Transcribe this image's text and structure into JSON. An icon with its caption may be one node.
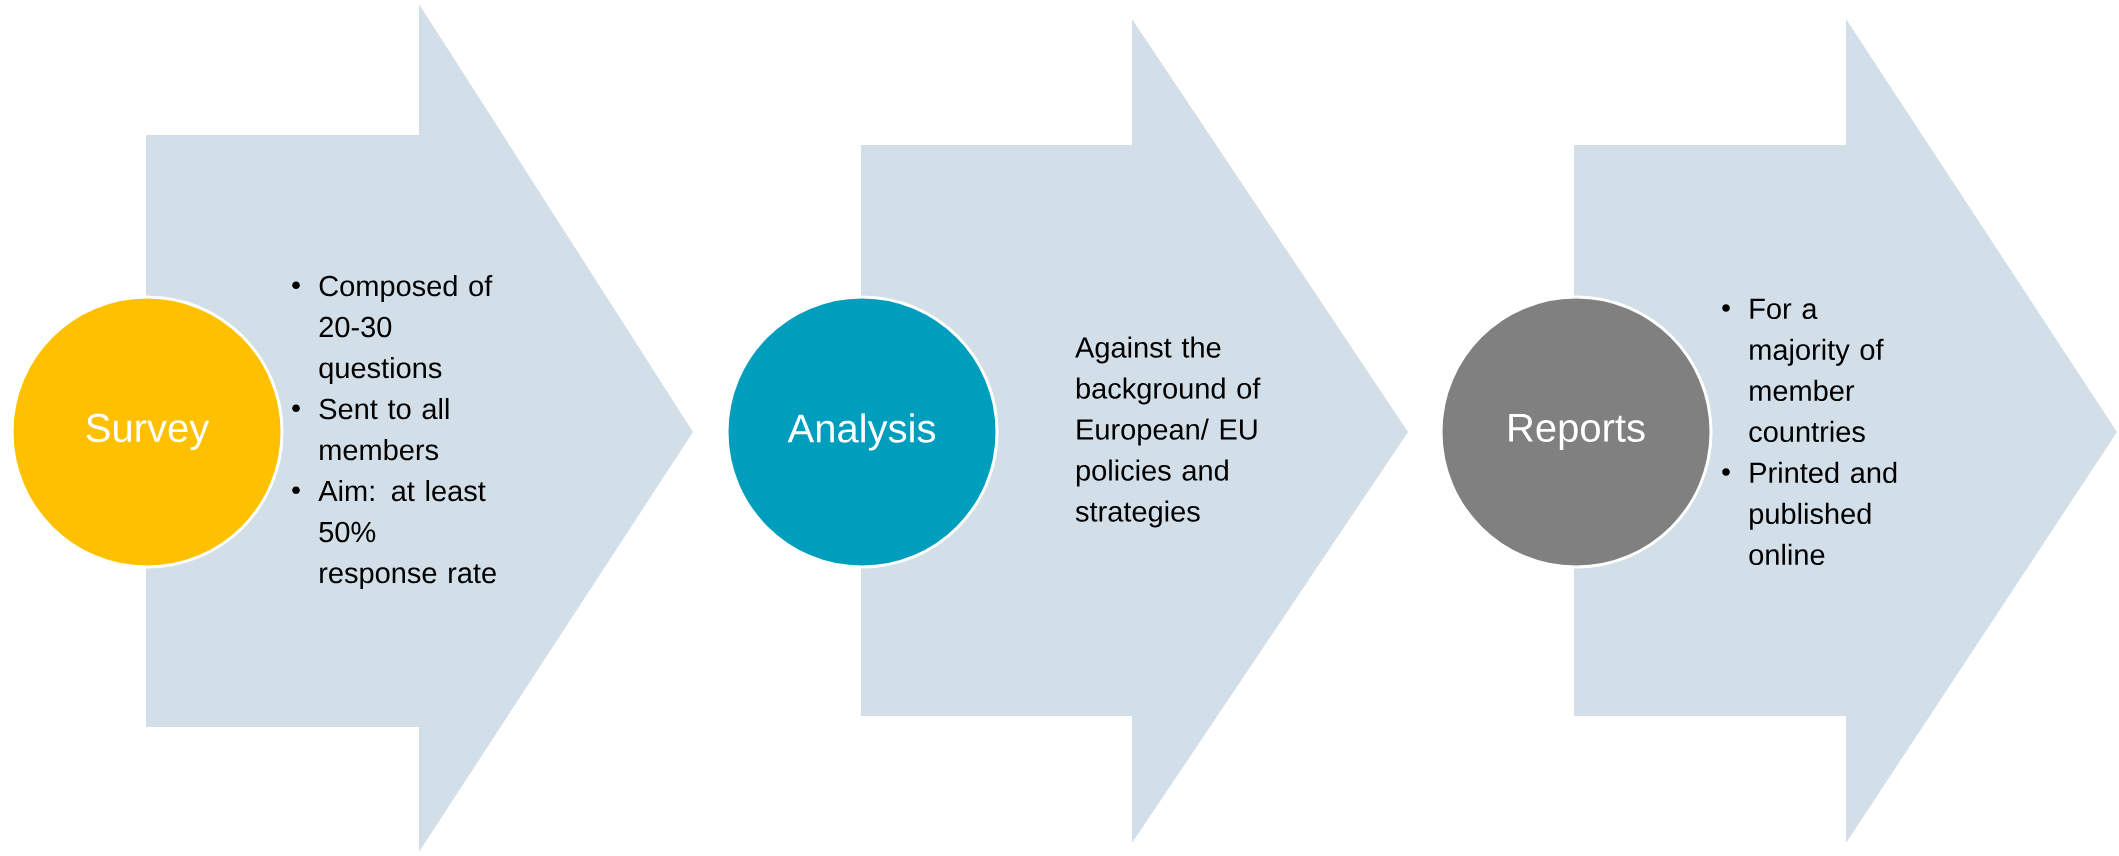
{
  "diagram": {
    "nodes": [
      {
        "text": [
          "Survey"
        ]
      },
      {
        "text": [
          "Composed of 20-30 questions",
          "Sent to all members",
          "Aim: at least 50% response rate"
        ]
      },
      {
        "text": [
          "Analysis"
        ]
      },
      {
        "text": [
          "Against the background of European/ EU policies and strategies"
        ]
      },
      {
        "text": [
          "Reports"
        ]
      },
      {
        "text": [
          "For a majority of member countries",
          "Printed and published online"
        ]
      }
    ]
  }
}
